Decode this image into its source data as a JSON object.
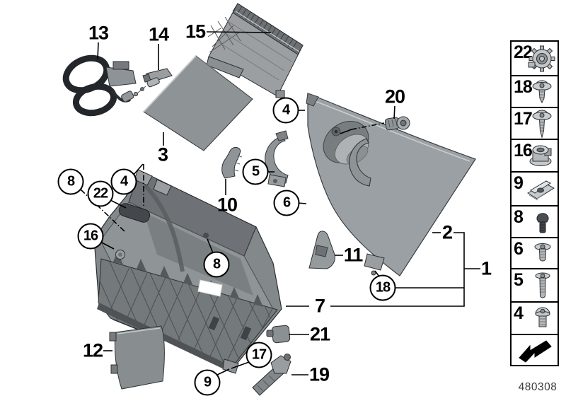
{
  "figure": {
    "part_number": "480308"
  },
  "callouts": {
    "plain": {
      "p13": "13",
      "p14": "14",
      "p15": "15",
      "p3": "3",
      "p20": "20",
      "p10": "10",
      "p12": "12",
      "p21": "21",
      "p19": "19",
      "p11": "11",
      "p2": "2",
      "p1": "1",
      "p7": "7"
    },
    "circled": {
      "c4a": "4",
      "c5": "5",
      "c6": "6",
      "c8a": "8",
      "c22": "22",
      "c4b": "4",
      "c16": "16",
      "c8b": "8",
      "c17": "17",
      "c9": "9",
      "c18": "18"
    }
  },
  "legend": {
    "items": [
      {
        "label": "22",
        "icon": "plastic-gear-nut-icon"
      },
      {
        "label": "18",
        "icon": "washer-screw-short-icon"
      },
      {
        "label": "17",
        "icon": "washer-screw-long-icon"
      },
      {
        "label": "16",
        "icon": "sleeve-nut-icon"
      },
      {
        "label": "9",
        "icon": "speed-nut-clip-icon"
      },
      {
        "label": "8",
        "icon": "rubber-buffer-icon"
      },
      {
        "label": "6",
        "icon": "flat-head-screw-short-icon"
      },
      {
        "label": "5",
        "icon": "flat-head-screw-long-icon"
      },
      {
        "label": "4",
        "icon": "pan-head-screw-icon"
      }
    ],
    "footer_icon": "direction-arrow-icon"
  }
}
